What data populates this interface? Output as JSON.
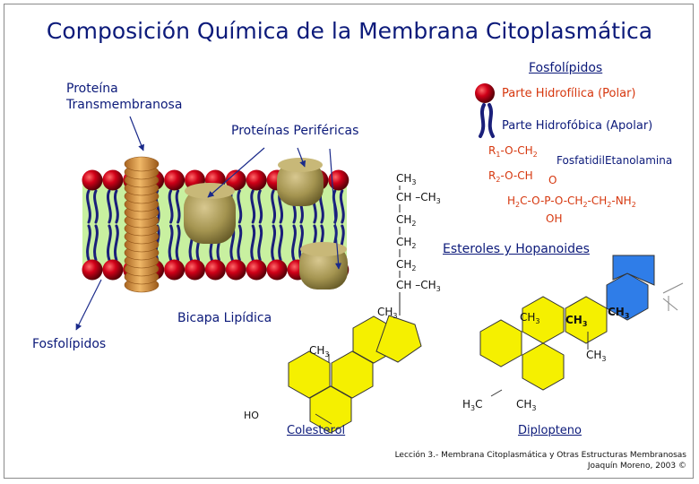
{
  "title": "Composición Química de la Membrana Citoplasmática",
  "labels": {
    "proteina_trans_1": "Proteína",
    "proteina_trans_2": "Transmembranosa",
    "proteinas_perifericas": "Proteínas Periféricas",
    "fosfolipidos_left": "Fosfolípidos",
    "bicapa": "Bicapa Lipídica",
    "legend_title": "Fosfolípidos",
    "hidrofilica": "Parte Hidrofílica (Polar)",
    "hidrofobica": "Parte Hidrofóbica (Apolar)",
    "fosfatidil": "FosfatidilEtanolamina",
    "esteroles": "Esteroles y Hopanoides",
    "colesterol": "Colesterol",
    "diplopteno": "Diplopteno"
  },
  "fosfatidil_formula": {
    "r1": "R",
    "r1_sub": "1",
    "r1_rest": "-O-CH",
    "r1_sub2": "2",
    "r2": "R",
    "r2_sub": "2",
    "r2_rest": "-O-CH",
    "o": "O",
    "h": "H",
    "h_sub": "2",
    "line3": "C-O-P-O-CH",
    "line3_sub": "2",
    "line3_b": "-CH",
    "line3_sub2": "2",
    "line3_c": "-NH",
    "line3_sub3": "2",
    "oh": "OH"
  },
  "chain": {
    "ch": "CH",
    "three": "3",
    "two": "2",
    "ch_dash": "CH –CH",
    "ch_dash2": "CH  –CH"
  },
  "chol": {
    "ch": "CH",
    "three": "3",
    "ho": "HO"
  },
  "dip": {
    "ch": "CH",
    "three": "3",
    "h3c_h": "H",
    "h3c_c": "C"
  },
  "credit": {
    "line1": "Lección 3.- Membrana Citoplasmática y Otras Estructuras Membranosas",
    "line2": "Joaquín Moreno, 2003 ©"
  },
  "colors": {
    "title": "#0c1a7a",
    "head": "#c8001a",
    "tail": "#1a1f7a",
    "bilayer_bg": "#c8f0a0",
    "protein": "#a89850",
    "transmembrane": "#d4953a",
    "ring_yellow": "#f5f000",
    "ring_blue": "#2f7de8",
    "formula_red": "#d6370e"
  }
}
